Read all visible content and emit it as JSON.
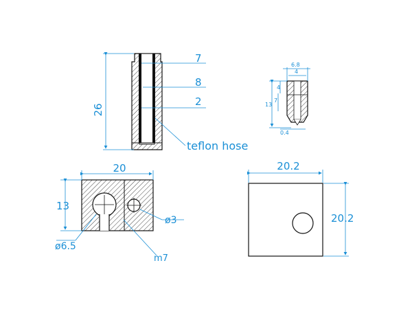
{
  "colors": {
    "dimension": "#1a8fd6",
    "outline": "#111111",
    "hatch": "#444444",
    "background": "#ffffff"
  },
  "throat": {
    "height_label": "26",
    "callout_top": "7",
    "callout_mid": "8",
    "callout_low": "2",
    "hose_label": "teflon hose"
  },
  "nozzle": {
    "width_outer": "6.8",
    "width_inner": "4",
    "height_top": "4",
    "height_mid": "7",
    "height_total": "13",
    "tip_label": "0.4"
  },
  "heater_block": {
    "width_label": "20",
    "height_label": "13",
    "small_hole_label": "ø3",
    "big_hole_label": "ø6.5",
    "thread_label": "m7"
  },
  "plate": {
    "width_label": "20.2",
    "height_label": "20.2"
  }
}
